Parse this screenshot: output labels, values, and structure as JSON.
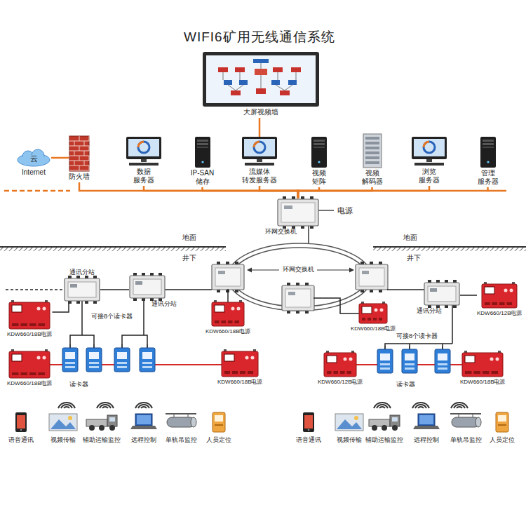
{
  "diagram": {
    "title": "WIFI6矿用无线通信系统",
    "nodes": [
      {
        "text": [
          "大屏视频墙"
        ]
      },
      {
        "text": [
          "云",
          "Internet"
        ]
      },
      {
        "text": [
          "防火墙"
        ]
      },
      {
        "text": [
          "数据 服务器"
        ]
      },
      {
        "text": [
          "IP-SAN 储存"
        ]
      },
      {
        "text": [
          "流媒体 转发服务器"
        ]
      },
      {
        "text": [
          "视频 矩阵"
        ]
      },
      {
        "text": [
          "视频 解码器"
        ]
      },
      {
        "text": [
          "浏览 服务器"
        ]
      },
      {
        "text": [
          "管理 服务器"
        ]
      },
      {
        "text": [
          "环网交换机"
        ]
      },
      {
        "text": [
          "通讯分站"
        ]
      },
      {
        "text": [
          "通讯分站"
        ]
      },
      {
        "text": [
          "通讯分站"
        ]
      },
      {
        "text": [
          "KDW660/18B电源"
        ]
      },
      {
        "text": [
          "KDW660/18B电源"
        ]
      },
      {
        "text": [
          "KDW660/18B电源"
        ]
      },
      {
        "text": [
          "KDW660/12B电源"
        ]
      },
      {
        "text": [
          "KDW660/18B电源"
        ]
      },
      {
        "text": [
          "KDW660/18B电源"
        ]
      },
      {
        "text": [
          "KDW660/12B电源"
        ]
      },
      {
        "text": [
          "KDW660/18B电源"
        ]
      }
    ],
    "edges": [
      {
        "from": 1,
        "to": 2,
        "arrow": "none"
      },
      {
        "from": 0,
        "to": 5,
        "arrow": "none"
      },
      {
        "from": 10,
        "to": 2,
        "arrow": "none"
      },
      {
        "from": 10,
        "to": 3,
        "arrow": "none"
      },
      {
        "from": 10,
        "to": 4,
        "arrow": "none"
      },
      {
        "from": 10,
        "to": 5,
        "arrow": "none"
      },
      {
        "from": 10,
        "to": 6,
        "arrow": "none"
      },
      {
        "from": 10,
        "to": 7,
        "arrow": "none"
      },
      {
        "from": 10,
        "to": 8,
        "arrow": "none"
      },
      {
        "from": 10,
        "to": 9,
        "arrow": "none"
      },
      {
        "from": 11,
        "to": 12,
        "arrow": "none"
      },
      {
        "from": 11,
        "to": 14,
        "arrow": "none"
      },
      {
        "from": 13,
        "to": 17,
        "arrow": "none"
      }
    ],
    "labels": [
      "电源",
      "环网交换机",
      "地面",
      "地面",
      "井下",
      "井下",
      "可接8个读卡器",
      "可接8个读卡器",
      "读卡器",
      "读卡器",
      "语音通讯",
      "视频传输",
      "辅助运输监控",
      "远程控制",
      "单轨吊监控",
      "人员定位",
      "语音通讯",
      "视频传输",
      "辅助运输监控",
      "远程控制",
      "单轨吊监控",
      "人员定位"
    ]
  }
}
